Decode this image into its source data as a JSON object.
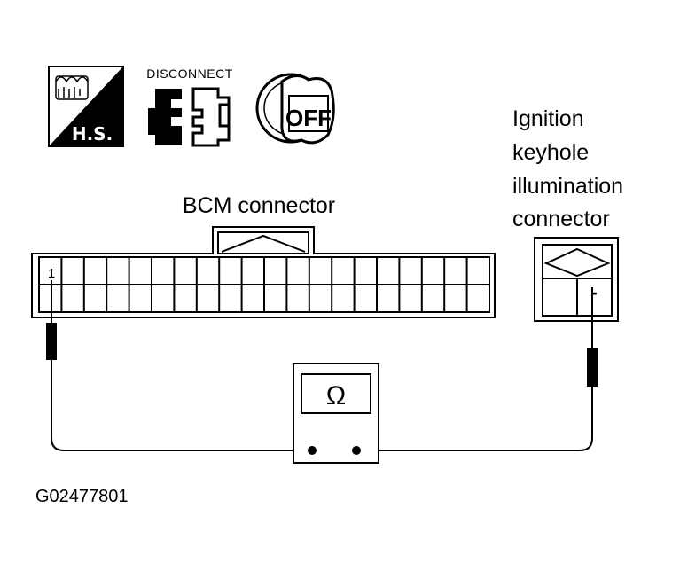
{
  "icons": {
    "harness_service": {
      "label": "H.S.",
      "icon": "harness-service-icon"
    },
    "disconnect": {
      "label": "DISCONNECT",
      "icon": "connector-disconnect-icon"
    },
    "ignition_off": {
      "label": "OFF",
      "icon": "ignition-key-off-icon"
    }
  },
  "bcm_connector": {
    "label": "BCM connector",
    "pin": "1"
  },
  "keyhole_connector": {
    "label_lines": [
      "Ignition",
      "keyhole",
      "illumination",
      "connector"
    ],
    "terminal": "-"
  },
  "meter": {
    "symbol": "Ω",
    "icon": "ohmmeter-icon"
  },
  "figure_id": "G02477801"
}
